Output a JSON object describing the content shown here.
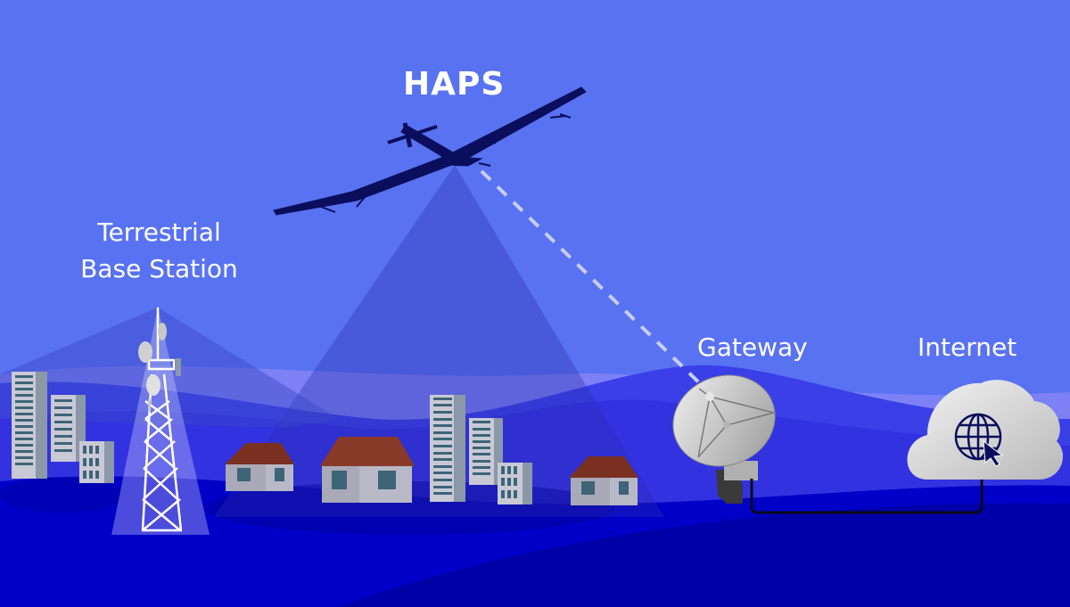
{
  "diagram": {
    "title": "HAPS network architecture",
    "nodes": [
      {
        "id": "haps",
        "label": "HAPS"
      },
      {
        "id": "base_station",
        "label_line1": "Terrestrial",
        "label_line2": "Base Station"
      },
      {
        "id": "gateway",
        "label": "Gateway"
      },
      {
        "id": "internet",
        "label": "Internet"
      }
    ],
    "edges": [
      {
        "from": "haps",
        "to": "gateway",
        "style": "dashed",
        "meaning": "wireless link"
      },
      {
        "from": "gateway",
        "to": "internet",
        "style": "solid",
        "meaning": "wired link"
      }
    ],
    "coverage": [
      {
        "source": "haps",
        "shape": "cone"
      },
      {
        "source": "base_station",
        "shape": "cone"
      }
    ]
  },
  "colors": {
    "sky": "#5872F2",
    "hill_far": "#3A3FE8",
    "hill_mid": "#2B2DD6",
    "ground": "#0000C8",
    "ground_dark": "#0000A8",
    "aircraft": "#0B0E5C",
    "label": "#FFFFFF",
    "link_dashed": "#C8CEF5"
  }
}
